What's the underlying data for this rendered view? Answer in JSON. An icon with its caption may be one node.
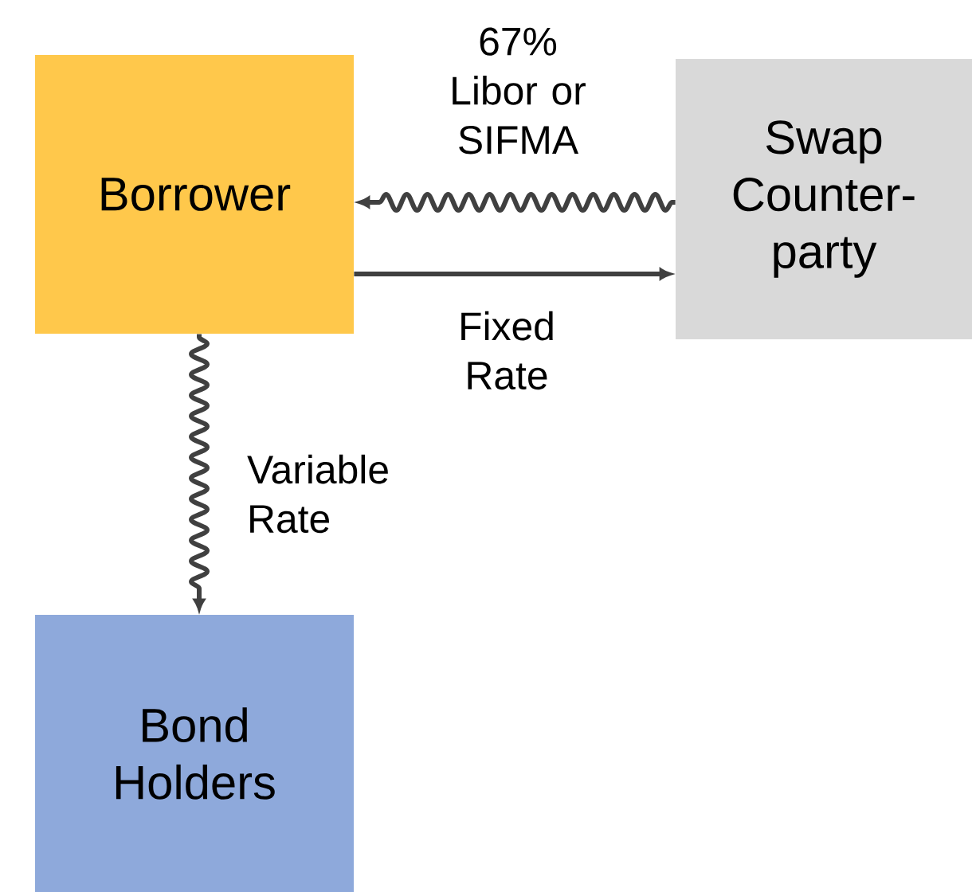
{
  "diagram": {
    "nodes": [
      {
        "text": [
          "Borrower"
        ]
      },
      {
        "text": [
          "Swap Counter-party"
        ]
      },
      {
        "text": [
          "Bond Holders"
        ]
      }
    ],
    "edges": [
      {
        "from": 1,
        "to": 0,
        "arrow": "to",
        "label": "67% Libor or SIFMA"
      },
      {
        "from": 0,
        "to": 1,
        "arrow": "to",
        "label": "Fixed Rate"
      },
      {
        "from": 0,
        "to": 2,
        "arrow": "to",
        "label": "Variable Rate"
      }
    ]
  }
}
